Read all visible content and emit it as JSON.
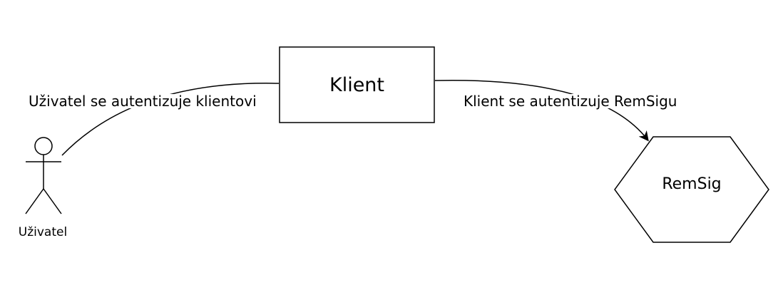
{
  "diagram": {
    "actor": {
      "label": "Uživatel"
    },
    "client": {
      "label": "Klient"
    },
    "remsig": {
      "label": "RemSig"
    },
    "edges": [
      {
        "from": "Uživatel",
        "to": "Klient",
        "label": "Uživatel se autentizuje klientovi"
      },
      {
        "from": "Klient",
        "to": "RemSig",
        "label": "Klient se autentizuje RemSigu"
      }
    ]
  }
}
